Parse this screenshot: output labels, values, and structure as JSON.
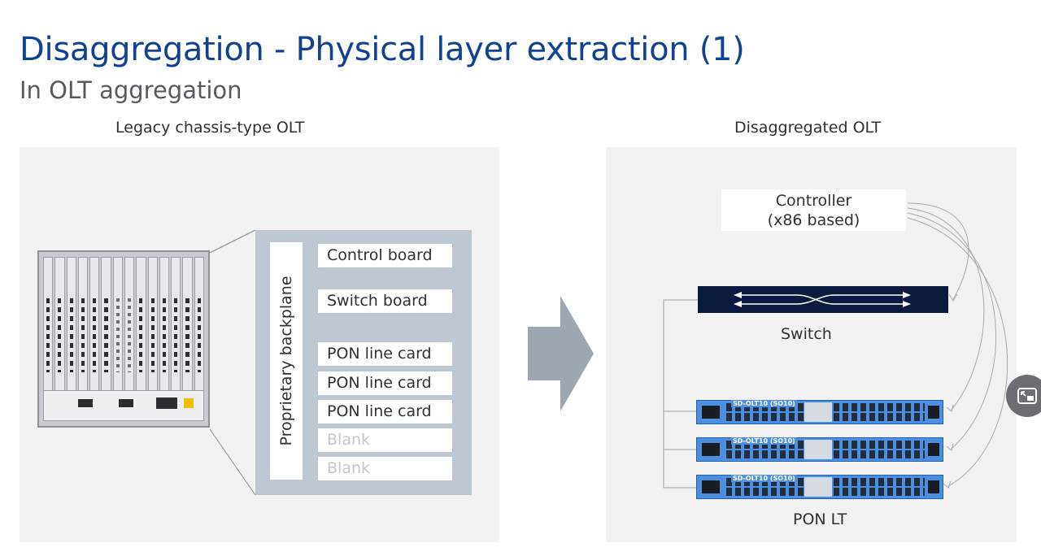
{
  "slide": {
    "title": "Disaggregation - Physical layer extraction (1)",
    "subtitle": "In OLT aggregation"
  },
  "left": {
    "label": "Legacy chassis-type OLT",
    "backplane": "Proprietary backplane",
    "boards": [
      "Control board",
      "Switch board",
      "PON line card",
      "PON line card",
      "PON line card",
      "Blank",
      "Blank"
    ]
  },
  "right": {
    "label": "Disaggregated OLT",
    "controller": {
      "line1": "Controller",
      "line2": "(x86 based)"
    },
    "switch_label": "Switch",
    "pon_lt_label": "PON LT",
    "device_name": "SD-OLT10 (SO10)"
  },
  "colors": {
    "title": "#124191",
    "panel": "#f2f2f3",
    "backplane": "#bdc8d3",
    "switch": "#0c1a3f",
    "arrow": "#9ca7b2",
    "device": "#4c8fe0"
  },
  "icons": {
    "transition_arrow": "arrow-right-icon",
    "overlay": "picture-in-picture-icon"
  }
}
